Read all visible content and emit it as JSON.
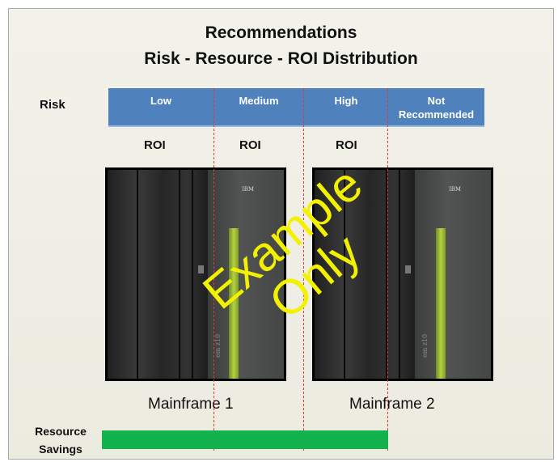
{
  "title": {
    "line1": "Recommendations",
    "line2": "Risk - Resource - ROI Distribution"
  },
  "risk": {
    "label": "Risk",
    "columns": [
      "Low",
      "Medium",
      "High",
      "Not\nRecommended"
    ]
  },
  "roi": {
    "labels": [
      "ROI",
      "ROI",
      "ROI"
    ]
  },
  "mainframes": [
    {
      "label": "Mainframe 1",
      "logo": "IBM",
      "brand": "em z10"
    },
    {
      "label": "Mainframe 2",
      "logo": "IBM",
      "brand": "em z10"
    }
  ],
  "resource_savings": {
    "label": "Resource Savings",
    "coverage": [
      "Low",
      "Medium",
      "High"
    ],
    "color": "#12b24c"
  },
  "watermark": {
    "text_line1": "Example",
    "text_line2": "Only",
    "color": "#f2f200"
  },
  "colors": {
    "risk_band": "#4f81bd",
    "divider": "#e03b3b"
  }
}
